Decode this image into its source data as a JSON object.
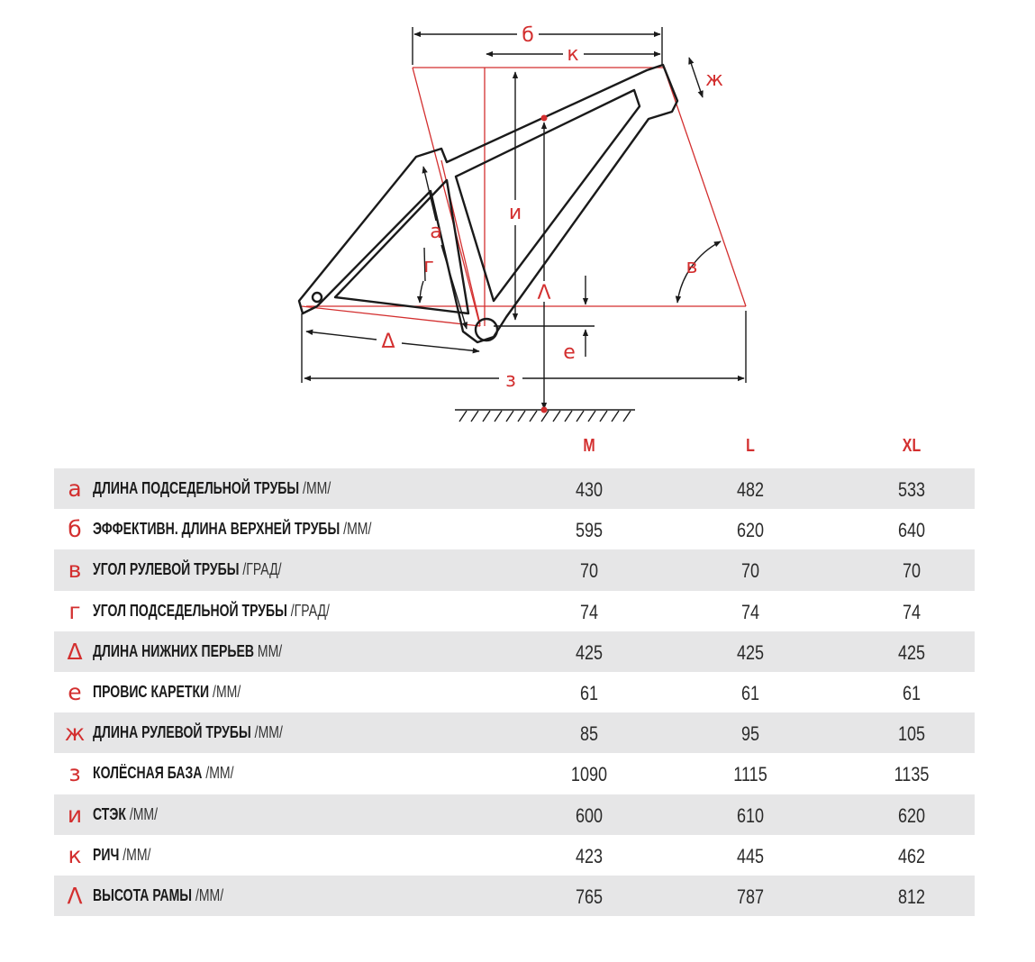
{
  "diagram": {
    "labels": {
      "b": "б",
      "k": "к",
      "zh": "ж",
      "i": "и",
      "a": "а",
      "g": "г",
      "v": "в",
      "l": "Λ",
      "d": "Δ",
      "e": "е",
      "z": "з"
    },
    "colors": {
      "frame": "#1a1a1a",
      "dimension": "#d32f2f"
    }
  },
  "sizes": [
    "M",
    "L",
    "XL"
  ],
  "rows": [
    {
      "letter": "а",
      "name": "ДЛИНА ПОДСЕДЕЛЬНОЙ ТРУБЫ",
      "unit": "/ММ/",
      "values": [
        "430",
        "482",
        "533"
      ]
    },
    {
      "letter": "б",
      "name": "ЭФФЕКТИВН. ДЛИНА ВЕРХНЕЙ ТРУБЫ",
      "unit": "/ММ/",
      "values": [
        "595",
        "620",
        "640"
      ]
    },
    {
      "letter": "в",
      "name": "УГОЛ РУЛЕВОЙ ТРУБЫ",
      "unit": "/ГРАД/",
      "values": [
        "70",
        "70",
        "70"
      ]
    },
    {
      "letter": "г",
      "name": "УГОЛ ПОДСЕДЕЛЬНОЙ ТРУБЫ",
      "unit": "/ГРАД/",
      "values": [
        "74",
        "74",
        "74"
      ]
    },
    {
      "letter": "Δ",
      "name": "ДЛИНА НИЖНИХ ПЕРЬЕВ",
      "unit": "ММ/",
      "values": [
        "425",
        "425",
        "425"
      ]
    },
    {
      "letter": "е",
      "name": "ПРОВИС КАРЕТКИ",
      "unit": "/ММ/",
      "values": [
        "61",
        "61",
        "61"
      ]
    },
    {
      "letter": "ж",
      "name": "ДЛИНА РУЛЕВОЙ ТРУБЫ",
      "unit": "/ММ/",
      "values": [
        "85",
        "95",
        "105"
      ]
    },
    {
      "letter": "з",
      "name": "КОЛЁСНАЯ БАЗА",
      "unit": "/ММ/",
      "values": [
        "1090",
        "1115",
        "1135"
      ]
    },
    {
      "letter": "и",
      "name": "СТЭК",
      "unit": "/ММ/",
      "values": [
        "600",
        "610",
        "620"
      ]
    },
    {
      "letter": "к",
      "name": "РИЧ",
      "unit": "/ММ/",
      "values": [
        "423",
        "445",
        "462"
      ]
    },
    {
      "letter": "Λ",
      "name": "ВЫСОТА РАМЫ",
      "unit": "/ММ/",
      "values": [
        "765",
        "787",
        "812"
      ]
    }
  ]
}
